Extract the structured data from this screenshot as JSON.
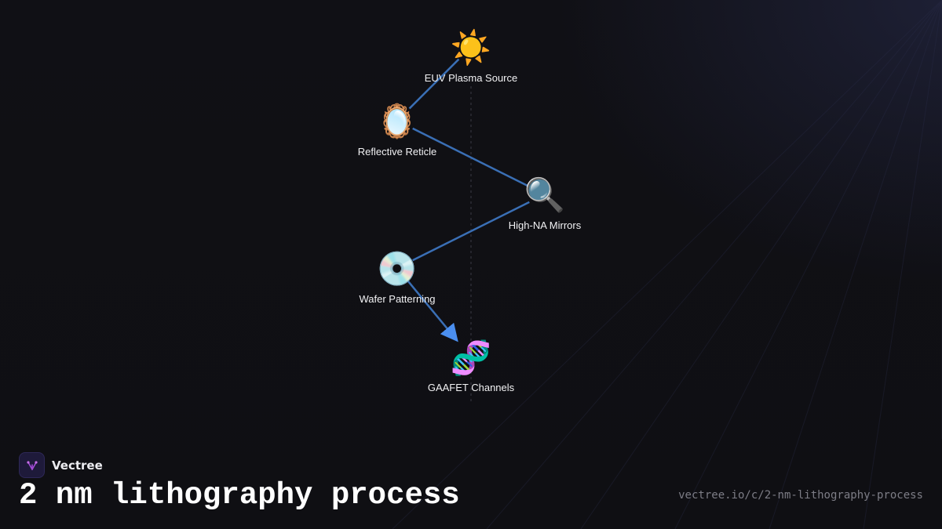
{
  "diagram": {
    "nodes": [
      {
        "id": "euv",
        "icon": "sun-icon",
        "glyph": "☀️",
        "label": "EUV Plasma Source"
      },
      {
        "id": "reticle",
        "icon": "mirror-icon",
        "glyph": "🪞",
        "label": "Reflective Reticle"
      },
      {
        "id": "mirrors",
        "icon": "magnifier-icon",
        "glyph": "🔍",
        "label": "High-NA Mirrors"
      },
      {
        "id": "wafer",
        "icon": "disc-icon",
        "glyph": "💿",
        "label": "Wafer Patterning"
      },
      {
        "id": "gaafet",
        "icon": "dna-icon",
        "glyph": "🧬",
        "label": "GAAFET Channels"
      }
    ],
    "edges": [
      {
        "from": "euv",
        "to": "reticle"
      },
      {
        "from": "reticle",
        "to": "mirrors"
      },
      {
        "from": "mirrors",
        "to": "wafer"
      },
      {
        "from": "wafer",
        "to": "gaafet"
      }
    ],
    "colors": {
      "edge": "#3a6fb5",
      "arrow": "#4b8ff0",
      "guide": "#3a3a44"
    }
  },
  "footer": {
    "brand_name": "Vectree",
    "brand_icon": "vectree-logo-icon",
    "title": "2 nm lithography process",
    "url": "vectree.io/c/2-nm-lithography-process"
  }
}
